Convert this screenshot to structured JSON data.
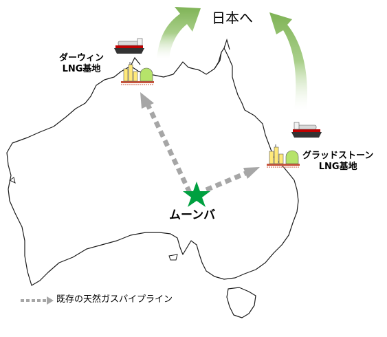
{
  "destination_label": "日本へ",
  "terminals": {
    "darwin": {
      "line1": "ダーウィン",
      "line2": "LNG基地"
    },
    "gladstone": {
      "line1": "グラッドストーン",
      "line2": "LNG基地"
    }
  },
  "source_label": "ムーンバ",
  "legend": {
    "label": "既存の天然ガスパイプライン"
  },
  "colors": {
    "map_outline": "#1a1a1a",
    "pipeline": "#a6a6a6",
    "arrow_green": "#8fbf6a",
    "star": "#00a040",
    "tank_yellow": "#ffe97a",
    "tank_green": "#b6e36a"
  }
}
